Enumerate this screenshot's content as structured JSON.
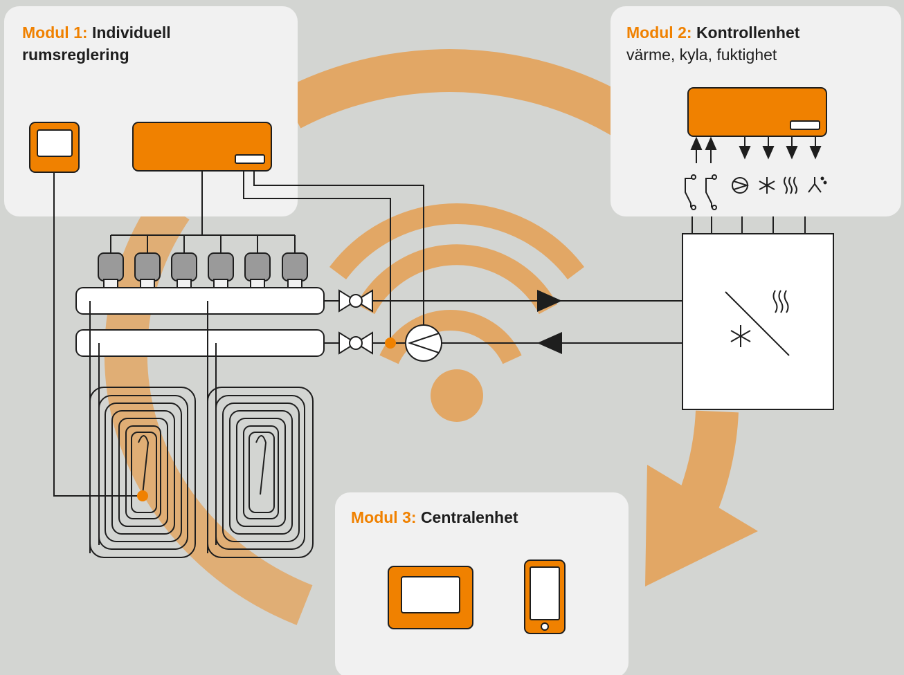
{
  "modules": [
    {
      "prefix": "Modul 1:",
      "title": "Individuell",
      "title_line2": "rumsreglering"
    },
    {
      "prefix": "Modul 2:",
      "title": "Kontrollenhet",
      "subtitle": "värme, kyla, fuktighet"
    },
    {
      "prefix": "Modul 3:",
      "title": "Centralenhet"
    }
  ],
  "colors": {
    "accent": "#f08100",
    "arrow": "#e2a765",
    "panel": "#f1f1f1",
    "background": "#d3d5d2",
    "line": "#1e1e1e",
    "actuator": "#9a9a9a"
  },
  "icons": [
    "thermostat-icon",
    "room-controller-icon",
    "actuator-icon",
    "valve-icon",
    "pump-icon",
    "heat-exchanger-icon",
    "snowflake-icon",
    "heat-waves-icon",
    "humidifier-icon",
    "switch-icon",
    "touch-panel-icon",
    "smartphone-icon",
    "wifi-icon"
  ]
}
